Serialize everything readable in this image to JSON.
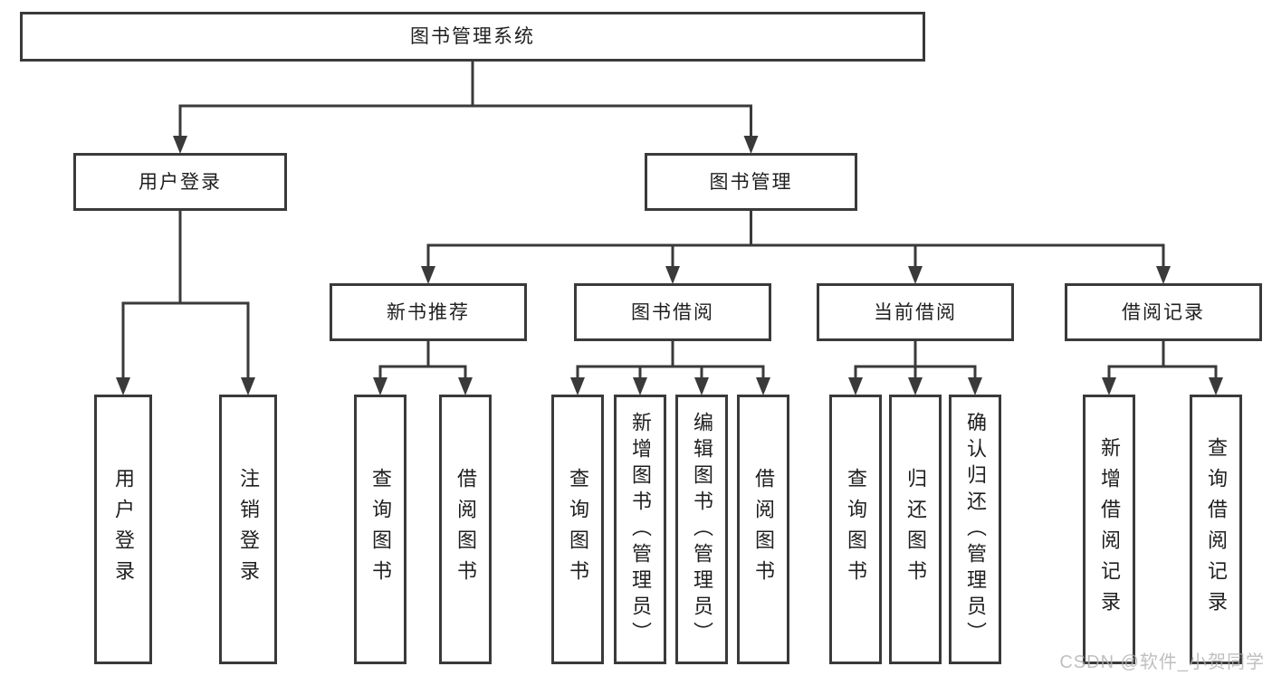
{
  "diagram": {
    "title": "图书管理系统",
    "type": "hierarchy-tree",
    "tree": {
      "label": "图书管理系统",
      "children": [
        {
          "label": "用户登录",
          "children": [
            {
              "label": "用户登录"
            },
            {
              "label": "注销登录"
            }
          ]
        },
        {
          "label": "图书管理",
          "children": [
            {
              "label": "新书推荐",
              "children": [
                {
                  "label": "查询图书"
                },
                {
                  "label": "借阅图书"
                }
              ]
            },
            {
              "label": "图书借阅",
              "children": [
                {
                  "label": "查询图书"
                },
                {
                  "label": "新增图书（管理员）"
                },
                {
                  "label": "编辑图书（管理员）"
                },
                {
                  "label": "借阅图书"
                }
              ]
            },
            {
              "label": "当前借阅",
              "children": [
                {
                  "label": "查询图书"
                },
                {
                  "label": "归还图书"
                },
                {
                  "label": "确认归还（管理员）"
                }
              ]
            },
            {
              "label": "借阅记录",
              "children": [
                {
                  "label": "新增借阅记录"
                },
                {
                  "label": "查询借阅记录"
                }
              ]
            }
          ]
        }
      ]
    }
  },
  "watermark": "CSDN @软件_小贺同学",
  "colors": {
    "line": "#3a3a3a",
    "text": "#1f1f1f",
    "background": "#ffffff",
    "watermark": "#b0b0b0"
  }
}
